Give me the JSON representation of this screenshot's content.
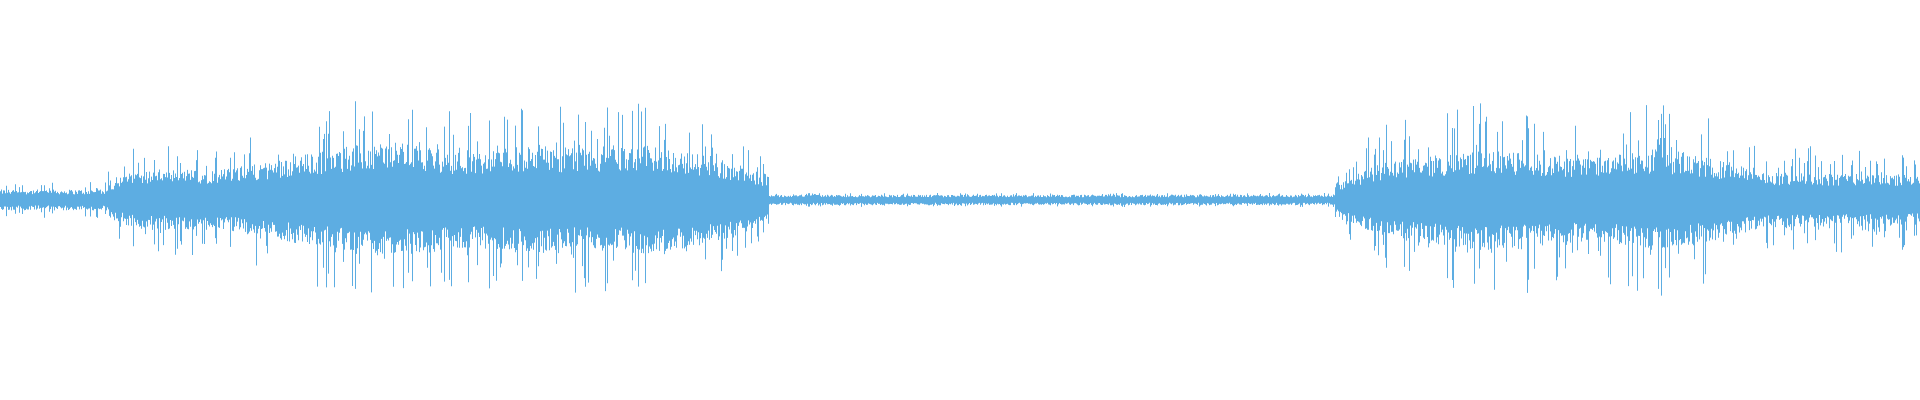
{
  "waveform": {
    "color": "#5dade2",
    "background": "#ffffff",
    "segments": [
      {
        "kind": "low",
        "from": 0.0,
        "to": 0.056,
        "amp": 0.05,
        "spike": 0.09
      },
      {
        "kind": "loud",
        "from": 0.056,
        "to": 0.4,
        "amp": 0.18,
        "spike": 0.46,
        "envelope": [
          [
            0.056,
            0.08
          ],
          [
            0.07,
            0.14
          ],
          [
            0.12,
            0.15
          ],
          [
            0.17,
            0.24
          ],
          [
            0.2,
            0.28
          ],
          [
            0.24,
            0.23
          ],
          [
            0.28,
            0.26
          ],
          [
            0.31,
            0.24
          ],
          [
            0.34,
            0.26
          ],
          [
            0.37,
            0.21
          ],
          [
            0.4,
            0.12
          ]
        ]
      },
      {
        "kind": "quiet",
        "from": 0.4,
        "to": 0.695,
        "amp": 0.025,
        "spike": 0.035
      },
      {
        "kind": "loud",
        "from": 0.695,
        "to": 1.0,
        "amp": 0.18,
        "spike": 0.5,
        "envelope": [
          [
            0.695,
            0.08
          ],
          [
            0.72,
            0.18
          ],
          [
            0.77,
            0.24
          ],
          [
            0.8,
            0.22
          ],
          [
            0.83,
            0.2
          ],
          [
            0.86,
            0.24
          ],
          [
            0.89,
            0.2
          ],
          [
            0.92,
            0.13
          ],
          [
            0.96,
            0.13
          ],
          [
            1.0,
            0.12
          ]
        ]
      }
    ]
  }
}
